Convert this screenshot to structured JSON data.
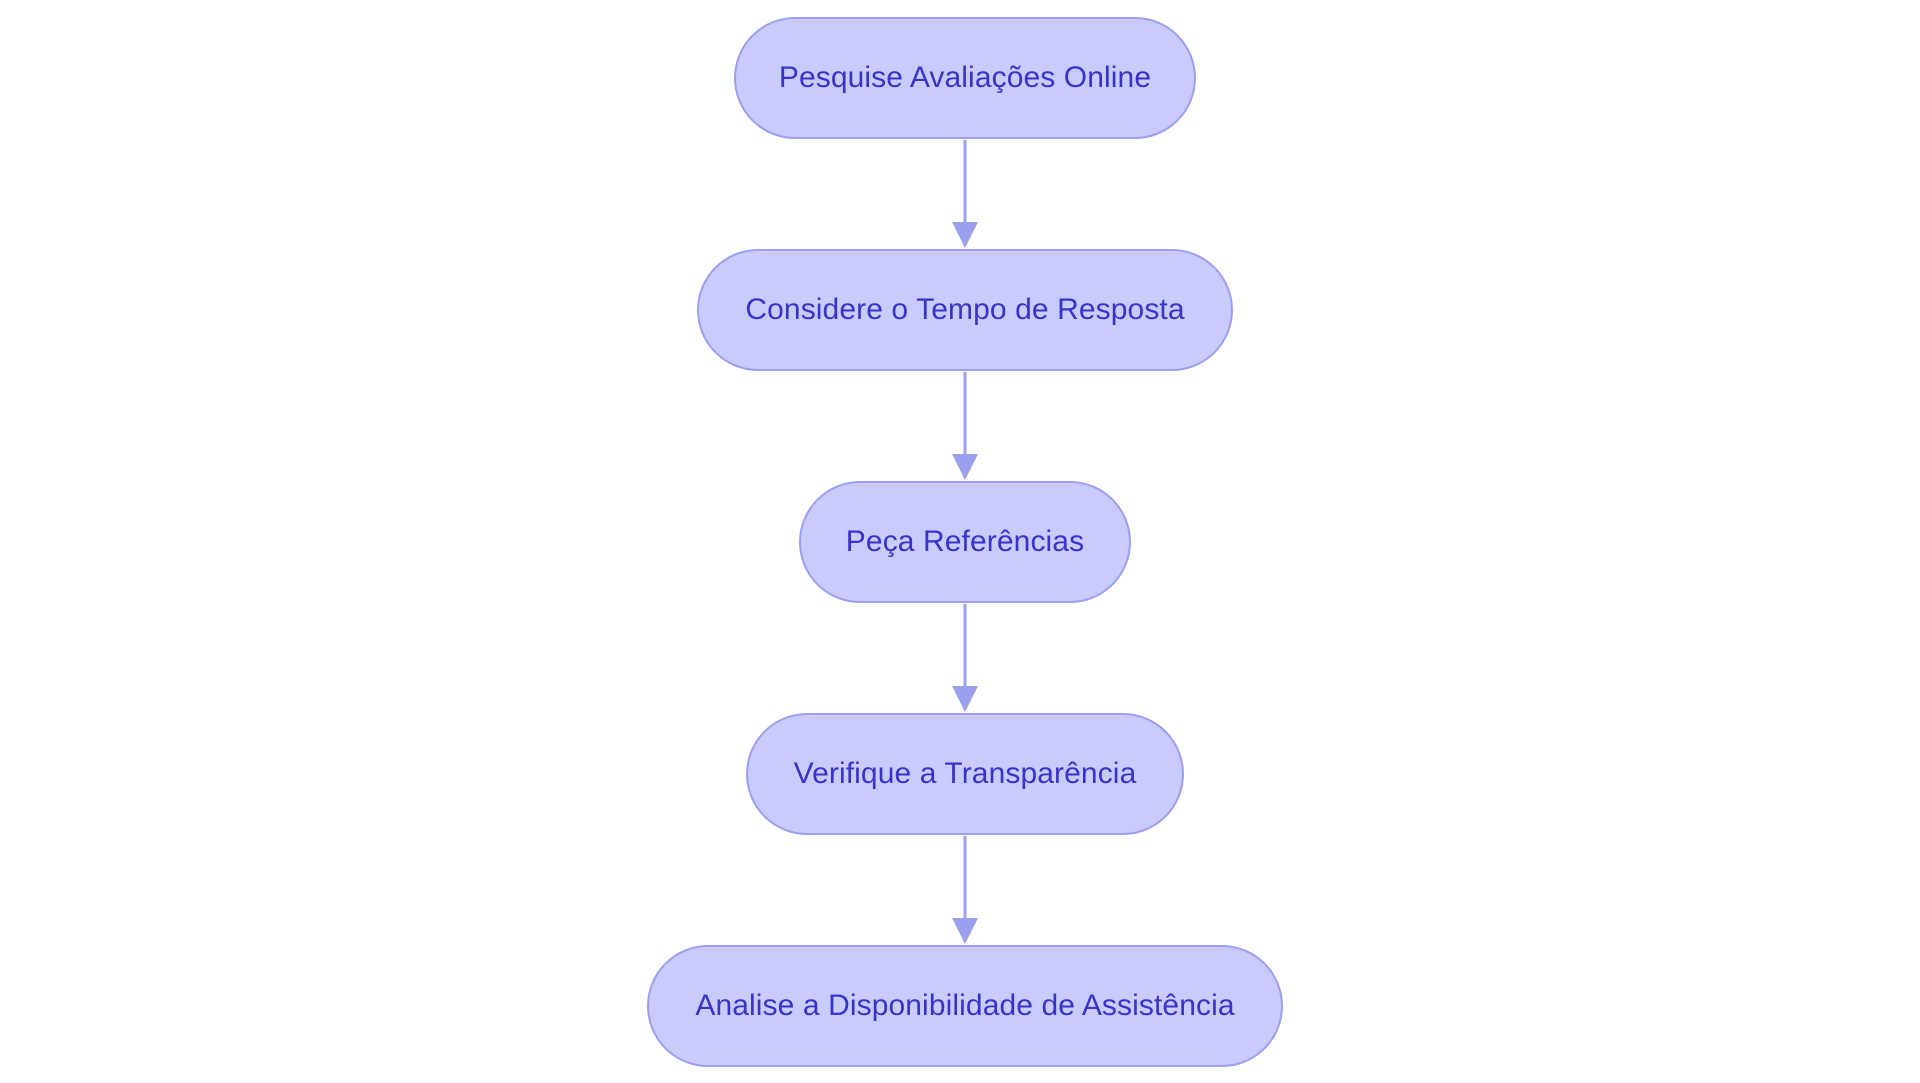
{
  "diagram": {
    "type": "flowchart",
    "direction": "top-to-bottom",
    "colors": {
      "node_fill": "#c9cbfc",
      "node_border": "#9b9fed",
      "node_text": "#3a33c9",
      "edge": "#9b9fed"
    },
    "nodes": [
      {
        "id": "n1",
        "label": "Pesquise Avaliações Online"
      },
      {
        "id": "n2",
        "label": "Considere o Tempo de Resposta"
      },
      {
        "id": "n3",
        "label": "Peça Referências"
      },
      {
        "id": "n4",
        "label": "Verifique a Transparência"
      },
      {
        "id": "n5",
        "label": "Analise a Disponibilidade de Assistência"
      }
    ],
    "edges": [
      {
        "from": "n1",
        "to": "n2"
      },
      {
        "from": "n2",
        "to": "n3"
      },
      {
        "from": "n3",
        "to": "n4"
      },
      {
        "from": "n4",
        "to": "n5"
      }
    ]
  }
}
